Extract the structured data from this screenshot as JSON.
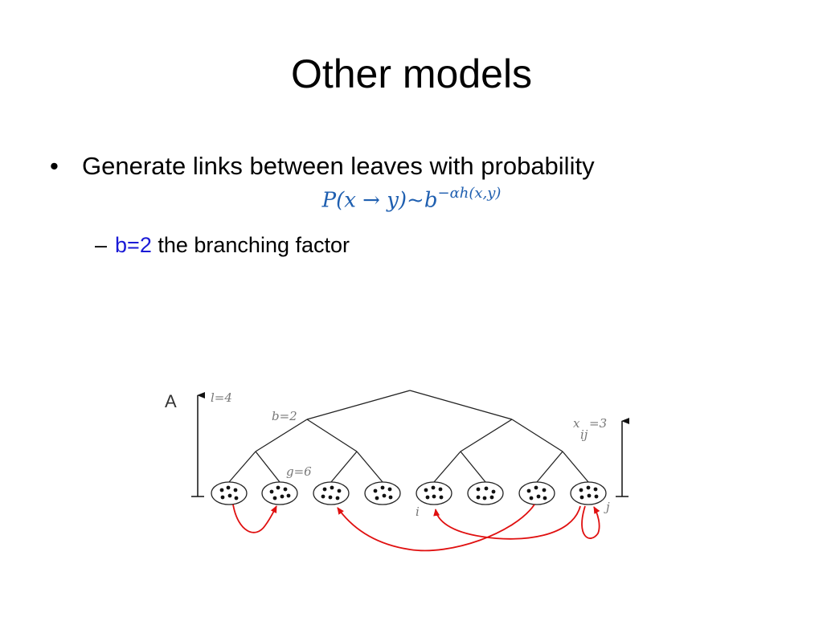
{
  "slide": {
    "title": "Other models",
    "bullet_symbol": "•",
    "bullet_text": "Generate links between leaves with probability",
    "formula_left": "P(x → y)~b",
    "formula_exponent": "−αh(x,y)",
    "sub_dash": "–",
    "sub_highlight": "b=2",
    "sub_text": "the branching factor"
  },
  "diagram": {
    "label_A": "A",
    "label_l": "l=4",
    "label_b": "b=2",
    "label_g": "g=6",
    "label_x": "x",
    "label_ij": "ij",
    "label_eq3": "=3",
    "label_i": "i",
    "label_j": "j",
    "link_color": "#e01010"
  }
}
